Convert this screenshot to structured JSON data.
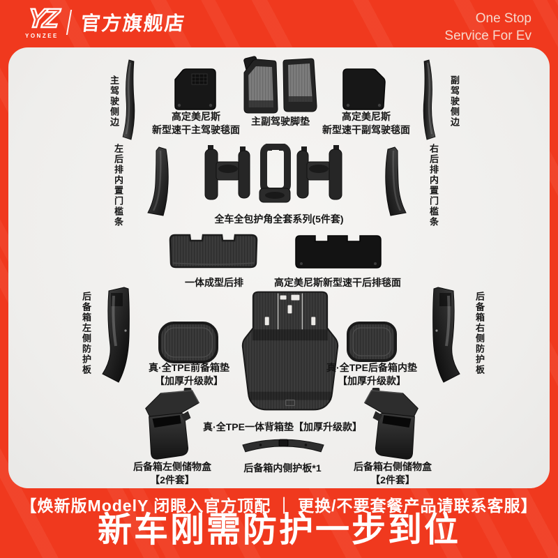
{
  "header": {
    "logo_mark": "YZ",
    "logo_name": "YONZEE",
    "store_title": "官方旗舰店",
    "tagline_line1": "One Stop",
    "tagline_line2": "Service For Ev"
  },
  "labels": {
    "driver_side_trim": "主驾驶侧边",
    "passenger_side_trim": "副驾驶侧边",
    "driver_carpet_l1": "高定美尼斯",
    "driver_carpet_l2": "新型速干主驾驶毯面",
    "front_footmats": "主副驾驶脚垫",
    "passenger_carpet_l1": "高定美尼斯",
    "passenger_carpet_l2": "新型速干副驾驶毯面",
    "left_rear_doorsill": "左后排内置门槛条",
    "right_rear_doorsill": "右后排内置门槛条",
    "corner_protector_set": "全车全包护角全套系列(5件套)",
    "rear_onepiece_mat": "一体成型后排",
    "rear_carpet_mat": "高定美尼斯新型速干后排毯面",
    "trunk_left_panel": "后备箱左侧防护板",
    "trunk_right_panel": "后备箱右侧防护板",
    "frunk_mat_l1": "真·全TPE前备箱垫",
    "frunk_mat_l2": "【加厚升级款】",
    "rear_trunk_inner_mat_l1": "真·全TPE后备箱内垫",
    "rear_trunk_inner_mat_l2": "【加厚升级款】",
    "trunk_mat_full": "真·全TPE一体背箱垫【加厚升级款】",
    "left_storage_box_l1": "后备箱左侧储物盒",
    "left_storage_box_l2": "【2件套】",
    "inner_sill_guard": "后备箱内侧护板*1",
    "right_storage_box_l1": "后备箱右侧储物盒",
    "right_storage_box_l2": "【2件套】"
  },
  "footer": {
    "notice": "【焕新版ModelY 闭眼入官方顶配 ｜ 更换/不要套餐产品请联系客服】",
    "headline": "新车刚需防护一步到位"
  },
  "colors": {
    "brand_red": "#F0391E",
    "card_bg": "#F2F1EF",
    "product_dark": "#242424",
    "label_dark": "#151515",
    "white": "#FFFFFF"
  }
}
